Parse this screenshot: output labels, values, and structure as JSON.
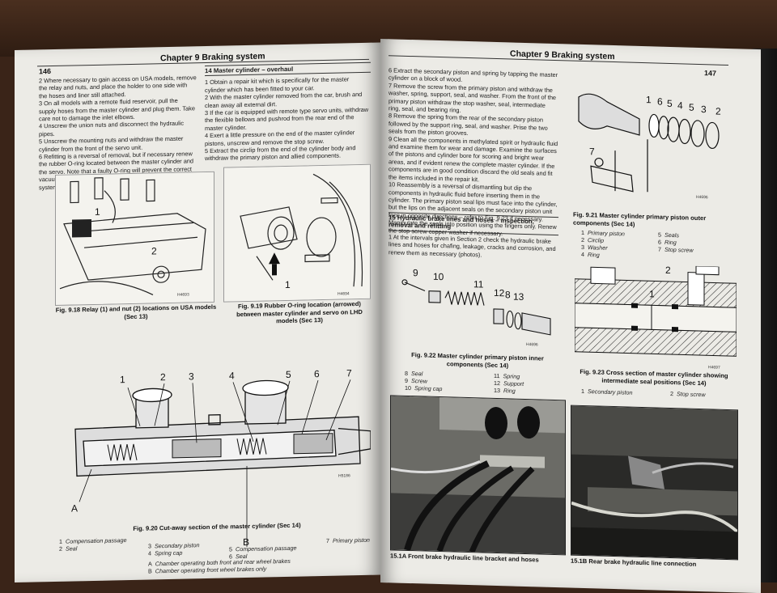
{
  "left_page": {
    "page_number": "146",
    "header": "Chapter 9 Braking system",
    "intro_paragraphs": [
      "2 Where necessary to gain access on USA models, remove the relay and nuts, and place the holder to one side with the hoses and liner still attached.",
      "3 On all models with a remote fluid reservoir, pull the supply hoses from the master cylinder and plug them. Take care not to damage the inlet elbows.",
      "4 Unscrew the union nuts and disconnect the hydraulic pipes.",
      "5 Unscrew the mounting nuts and withdraw the master cylinder from the front of the servo unit.",
      "6 Refitting is a reversal of removal, but if necessary renew the rubber O-ring located between the master cylinder and the servo. Note that a faulty O-ring will prevent the correct vacuum build up. On completion bleed the hydraulic system as described in Section 16."
    ],
    "section14": {
      "heading": "14 Master cylinder – overhaul",
      "paragraphs": [
        "1 Obtain a repair kit which is specifically for the master cylinder which has been fitted to your car.",
        "2 With the master cylinder removed from the car, brush and clean away all external dirt.",
        "3 If the car is equipped with remote type servo units, withdraw the flexible bellows and pushrod from the rear end of the master cylinder.",
        "4 Exert a little pressure on the end of the master cylinder pistons, unscrew and remove the stop screw.",
        "5 Extract the circlip from the end of the cylinder body and withdraw the primary piston and allied components."
      ]
    },
    "fig918": {
      "caption": "Fig. 9.18 Relay (1) and nut (2) locations on USA models (Sec 13)",
      "callouts": [
        "1",
        "2"
      ],
      "code": "H4693"
    },
    "fig919": {
      "caption": "Fig. 9.19 Rubber O-ring location (arrowed) between master cylinder and servo on LHD models (Sec 13)",
      "callouts": [
        "1"
      ],
      "code": "H4694"
    },
    "fig920": {
      "caption": "Fig. 9.20 Cut-away section of the master cylinder (Sec 14)",
      "callouts": [
        "1",
        "2",
        "3",
        "4",
        "5",
        "6",
        "7",
        "A",
        "B"
      ],
      "code": "H5186",
      "legend": [
        {
          "n": "1",
          "t": "Compensation passage"
        },
        {
          "n": "2",
          "t": "Seal"
        },
        {
          "n": "3",
          "t": "Secondary piston"
        },
        {
          "n": "4",
          "t": "Spring cap"
        },
        {
          "n": "5",
          "t": "Compensation passage"
        },
        {
          "n": "6",
          "t": "Seal"
        },
        {
          "n": "7",
          "t": "Primary piston"
        }
      ],
      "legend_ab": [
        {
          "n": "A",
          "t": "Chamber operating both front and rear wheel brakes"
        },
        {
          "n": "B",
          "t": "Chamber operating front wheel brakes only"
        }
      ]
    }
  },
  "right_page": {
    "page_number": "147",
    "header": "Chapter 9 Braking system",
    "paragraphs": [
      "6 Extract the secondary piston and spring by tapping the master cylinder on a block of wood.",
      "7 Remove the screw from the primary piston and withdraw the washer, spring, support, seal, and washer. From the front of the primary piston withdraw the stop washer, seal, intermediate ring, seal, and bearing ring.",
      "8 Remove the spring from the rear of the secondary piston followed by the support ring, seal, and washer. Prise the two seals from the piston grooves.",
      "9 Clean all the components in methylated spirit or hydraulic fluid and examine them for wear and damage. Examine the surfaces of the pistons and cylinder bore for scoring and bright wear areas, and if evident renew the complete master cylinder. If the components are in good condition discard the old seals and fit the items included in the repair kit.",
      "10 Reassembly is a reversal of dismantling but dip the components in hydraulic fluid before inserting them in the cylinder. The primary piston seal lips must face into the cylinder, but the lips on the adjacent seals on the secondary piston unit face in opposite directions – refer to Fig. 9.23 if necessary. Manipulate the seals into position using the fingers only. Renew the stop screw copper washer if necessary."
    ],
    "section15": {
      "heading": "15 Hydraulic brake lines and hoses – inspection, removal and refitting",
      "paragraphs": [
        "1 At the intervals given in Section 2 check the hydraulic brake lines and hoses for chafing, leakage, cracks and corrosion, and renew them as necessary (photos)."
      ]
    },
    "fig921": {
      "caption": "Fig. 9.21 Master cylinder primary piston outer components (Sec 14)",
      "callouts": [
        "1",
        "6",
        "5",
        "4",
        "5",
        "3",
        "2",
        "7"
      ],
      "code": "H4696",
      "legend": [
        {
          "n": "1",
          "t": "Primary piston"
        },
        {
          "n": "5",
          "t": "Seals"
        },
        {
          "n": "2",
          "t": "Circlip"
        },
        {
          "n": "6",
          "t": "Ring"
        },
        {
          "n": "3",
          "t": "Washer"
        },
        {
          "n": "7",
          "t": "Stop screw"
        },
        {
          "n": "4",
          "t": "Ring"
        }
      ]
    },
    "fig922": {
      "caption": "Fig. 9.22 Master cylinder primary piston inner components (Sec 14)",
      "callouts": [
        "9",
        "10",
        "11",
        "12",
        "8",
        "13"
      ],
      "code": "H4696",
      "legend": [
        {
          "n": "8",
          "t": "Seal"
        },
        {
          "n": "11",
          "t": "Spring"
        },
        {
          "n": "9",
          "t": "Screw"
        },
        {
          "n": "12",
          "t": "Support"
        },
        {
          "n": "10",
          "t": "Spring cap"
        },
        {
          "n": "13",
          "t": "Ring"
        }
      ]
    },
    "fig923": {
      "caption": "Fig. 9.23 Cross section of master cylinder showing intermediate seal positions (Sec 14)",
      "callouts": [
        "1",
        "2"
      ],
      "code": "H4697",
      "legend": [
        {
          "n": "1",
          "t": "Secondary piston"
        },
        {
          "n": "2",
          "t": "Stop screw"
        }
      ]
    },
    "photo1": {
      "caption": "15.1A Front brake hydraulic line bracket and hoses"
    },
    "photo2": {
      "caption": "15.1B Rear brake hydraulic line connection"
    }
  }
}
